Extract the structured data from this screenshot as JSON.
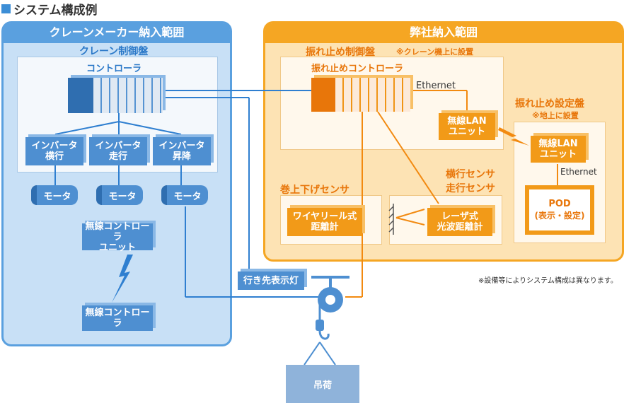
{
  "title": "システム構成例",
  "crane_maker_scope": {
    "header": "クレーンメーカー納入範囲",
    "control_panel_label": "クレーン制御盤",
    "controller_label": "コントローラ",
    "inverters": [
      "インバータ 横行",
      "インバータ 走行",
      "インバータ 昇降"
    ],
    "motors": [
      "モータ",
      "モータ",
      "モータ"
    ],
    "wireless_controller_unit": "無線コントローラ ユニット",
    "wireless_controller": "無線コントローラ",
    "destination_display": "行き先表示灯"
  },
  "our_scope": {
    "header": "弊社納入範囲",
    "sway_panel_label": "振れ止め制御盤",
    "sway_panel_note": "※クレーン機上に設置",
    "sway_controller_label": "振れ止めコントローラ",
    "ethernet_1": "Ethernet",
    "wireless_lan_unit_1": "無線LAN ユニット",
    "setting_panel_label": "振れ止め設定盤",
    "setting_panel_note": "※地上に設置",
    "wireless_lan_unit_2": "無線LAN ユニット",
    "ethernet_2": "Ethernet",
    "pod_line1": "POD",
    "pod_line2": "(表示・設定)",
    "hoist_sensor_label": "巻上下げセンサ",
    "wire_reel_meter": "ワイヤリール式 距離計",
    "traverse_sensor_label_1": "横行センサ",
    "traverse_sensor_label_2": "走行センサ",
    "laser_meter": "レーザ式 光波距離計"
  },
  "note": "※設備等によりシステム構成は異なります。",
  "load_label": "吊荷",
  "colors": {
    "blue": "#4e8fd1",
    "orange": "#f29a18"
  }
}
